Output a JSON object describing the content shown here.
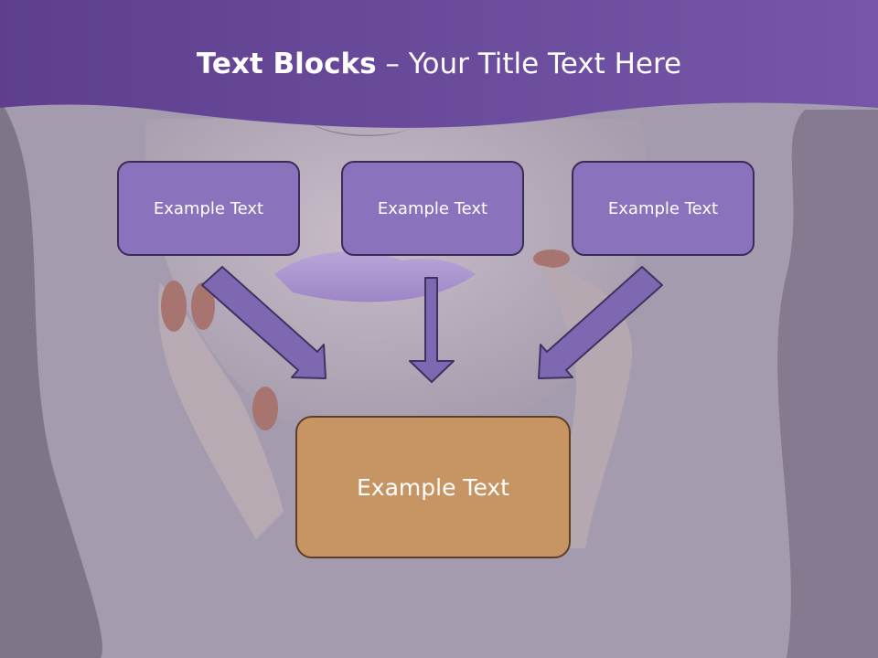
{
  "title": {
    "bold": "Text Blocks",
    "rest": " – Your Title Text Here"
  },
  "boxes": {
    "left": "Example Text",
    "center": "Example Text",
    "right": "Example Text",
    "bottom": "Example Text"
  },
  "colors": {
    "header": "#6a4e9d",
    "top_box_fill": "#8a72bd",
    "top_box_border": "#3a2c57",
    "bottom_box_fill": "#c79463",
    "bottom_box_border": "#5f3f23",
    "arrow_fill": "#7e68b2",
    "arrow_stroke": "#3f3261",
    "background": "#a59dae"
  }
}
